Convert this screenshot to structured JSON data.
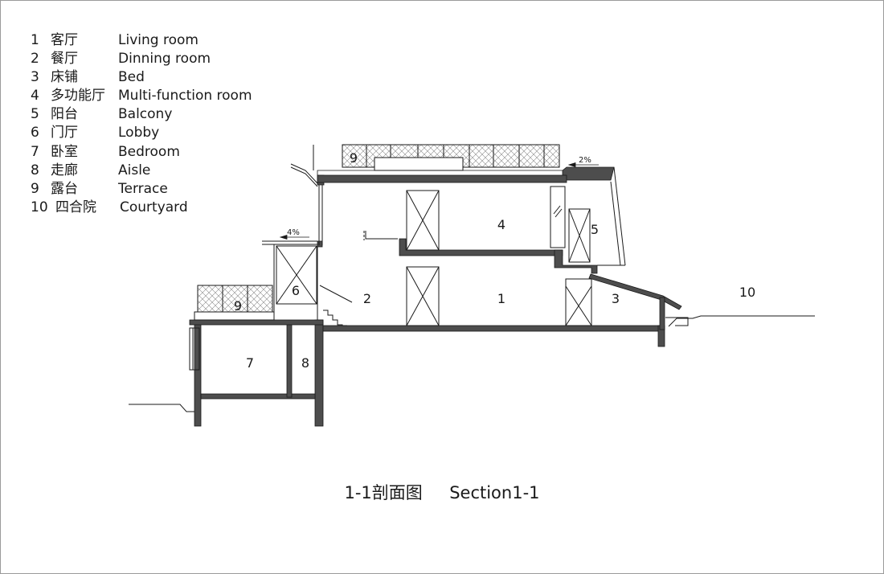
{
  "legend": [
    {
      "num": "1",
      "cn": "客厅",
      "en": "Living room"
    },
    {
      "num": "2",
      "cn": "餐厅",
      "en": "Dinning room"
    },
    {
      "num": "3",
      "cn": "床铺",
      "en": "Bed"
    },
    {
      "num": "4",
      "cn": "多功能厅",
      "en": "Multi-function room"
    },
    {
      "num": "5",
      "cn": "阳台",
      "en": "Balcony"
    },
    {
      "num": "6",
      "cn": "门厅",
      "en": "Lobby"
    },
    {
      "num": "7",
      "cn": "卧室",
      "en": "Bedroom"
    },
    {
      "num": "8",
      "cn": "走廊",
      "en": "Aisle"
    },
    {
      "num": "9",
      "cn": "露台",
      "en": "Terrace"
    },
    {
      "num": "10",
      "cn": "四合院",
      "en": "Courtyard"
    }
  ],
  "room_labels": {
    "r1": "1",
    "r2": "2",
    "r3": "3",
    "r4": "4",
    "r5": "5",
    "r6": "6",
    "r7": "7",
    "r8": "8",
    "r9a": "9",
    "r9b": "9",
    "r10": "10"
  },
  "slope_labels": {
    "roof": "2%",
    "lower_roof": "4%"
  },
  "caption": {
    "cn": "1-1剖面图",
    "en": "Section1-1"
  },
  "colors": {
    "wall_fill": "#4d4d4d",
    "line": "#1a1a1a",
    "border": "#9a9a9a"
  }
}
